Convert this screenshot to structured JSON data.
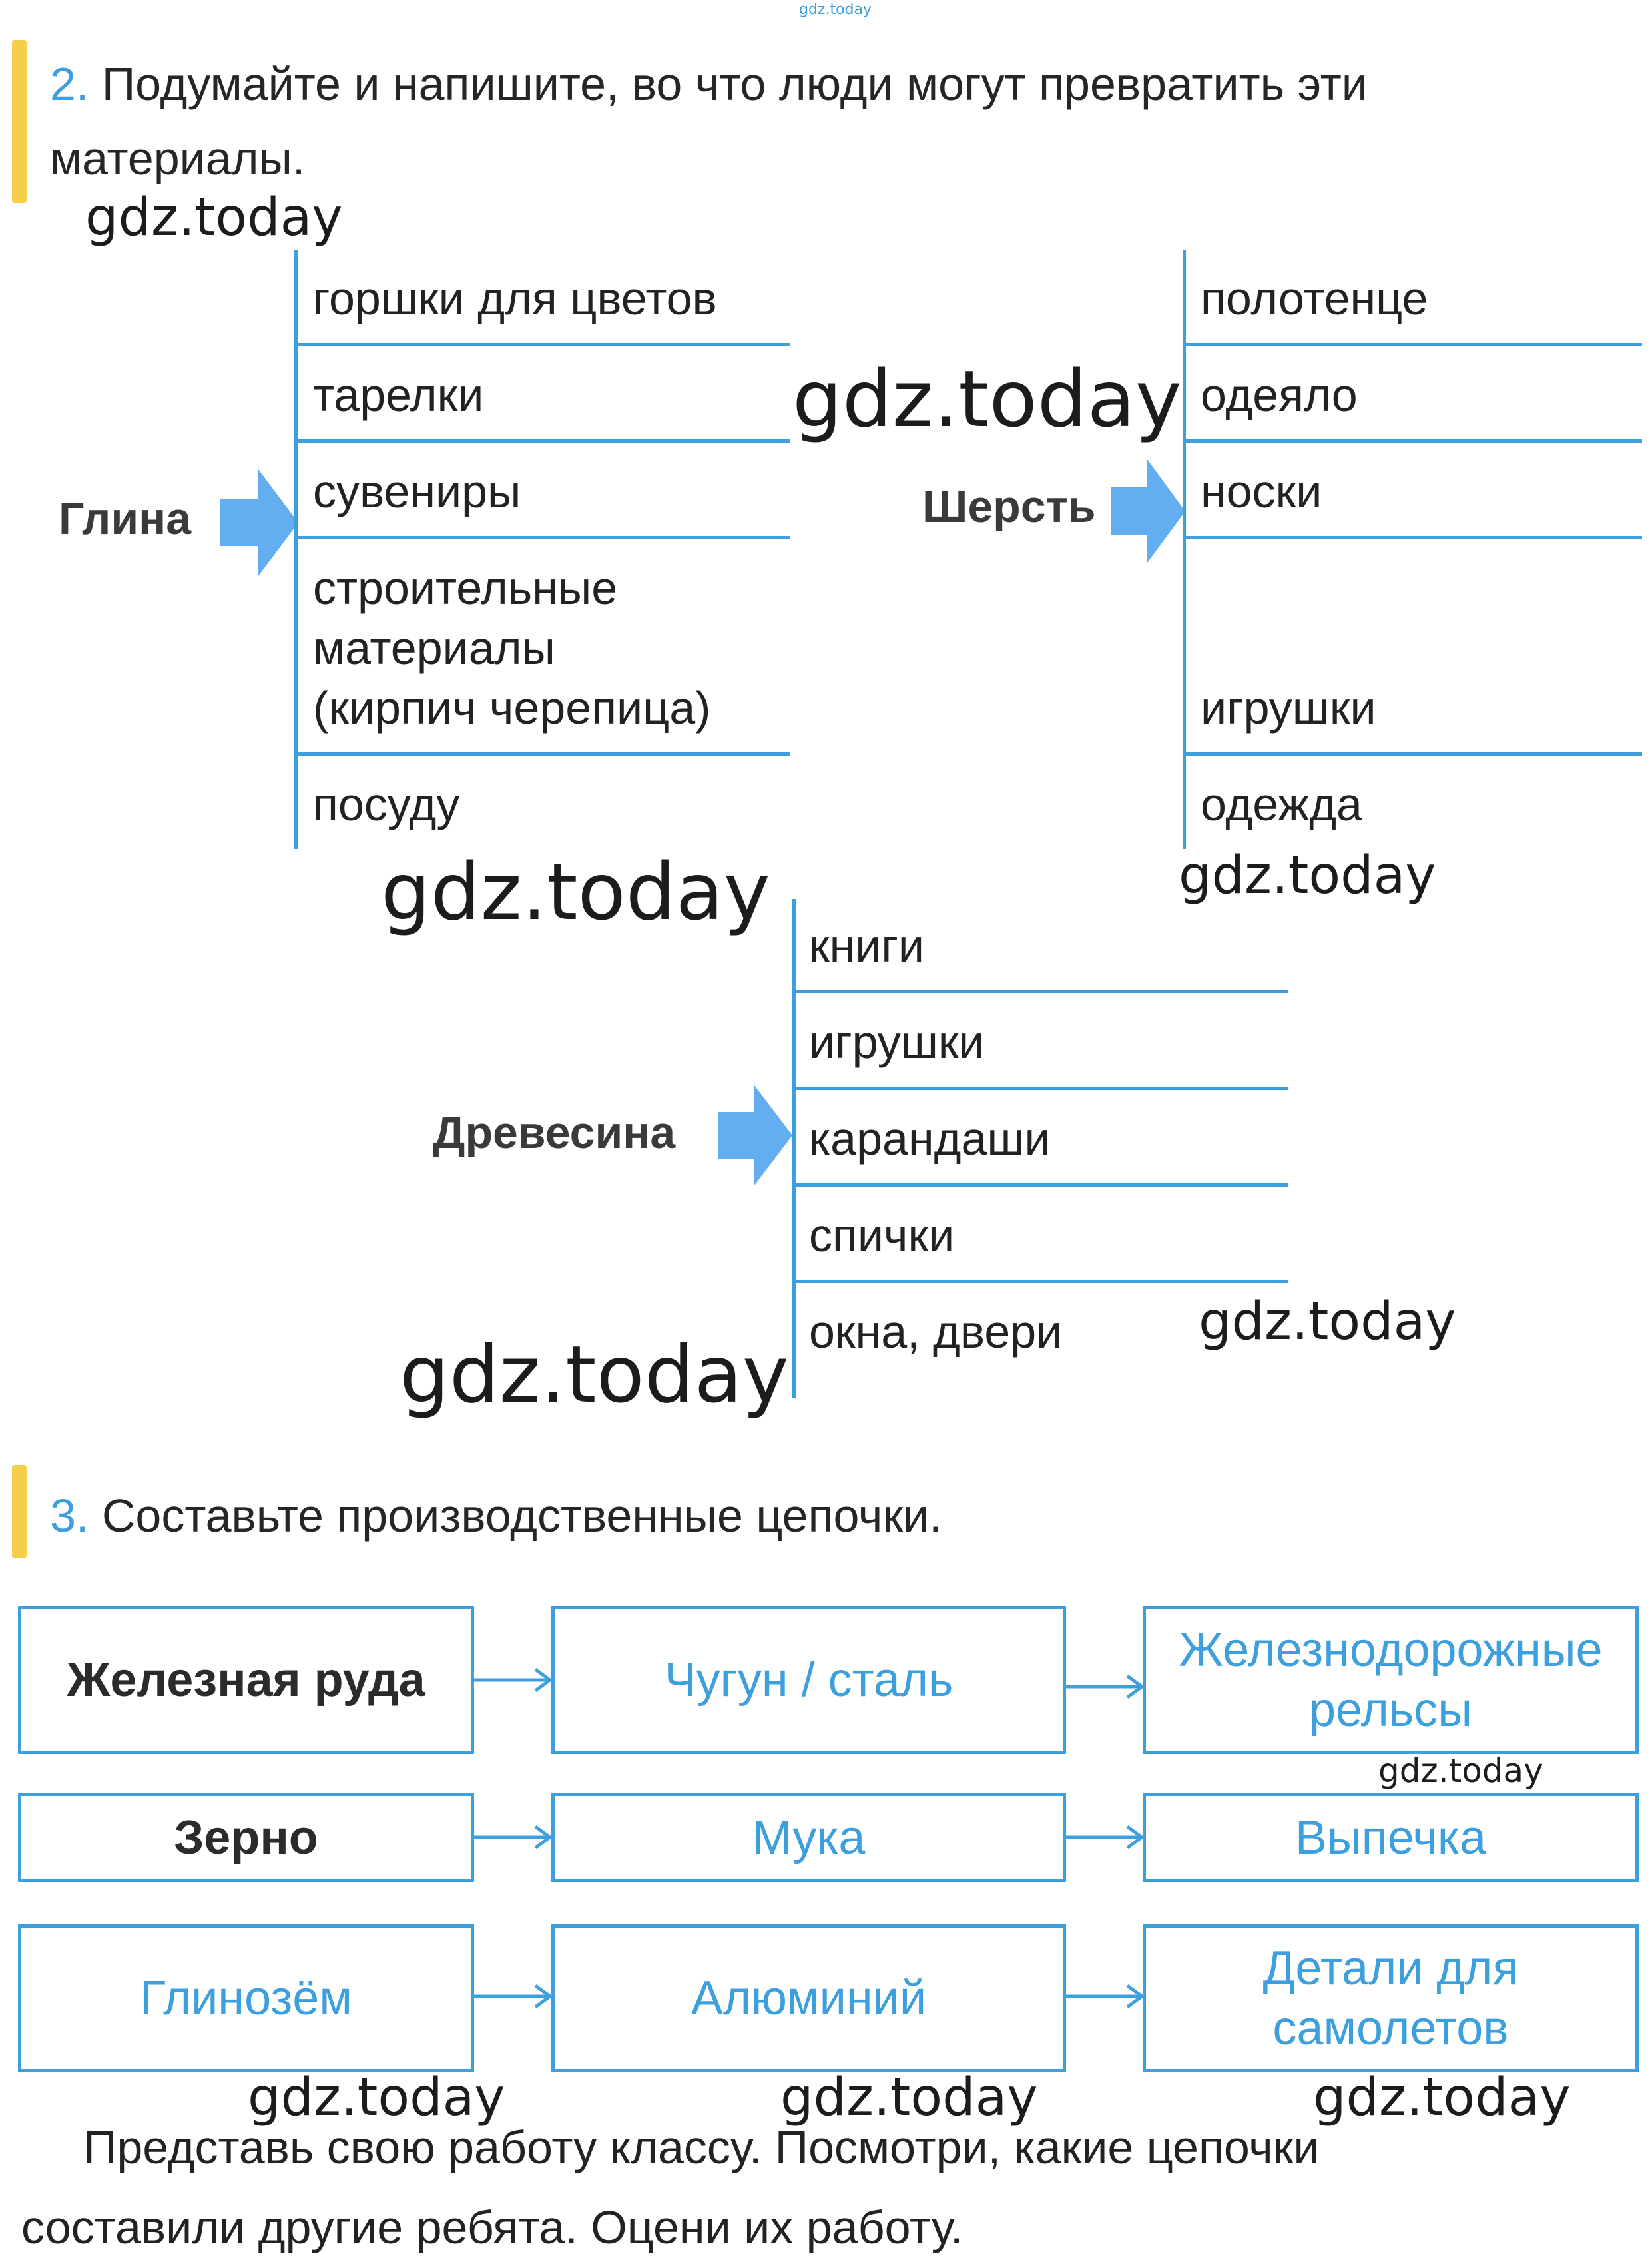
{
  "header_watermark": "gdz.today",
  "task2": {
    "number": "2.",
    "title_line1": "Подумайте и напишите, во что люди могут превратить эти",
    "title_line2": "материалы.",
    "clay": {
      "label": "Глина",
      "items": [
        "горшки для цветов",
        "тарелки",
        "сувениры",
        "строительные",
        "материалы",
        "(кирпич черепица)",
        "посуду"
      ]
    },
    "wool": {
      "label": "Шерсть",
      "items": [
        "полотенце",
        "одеяло",
        "носки",
        "",
        "игрушки",
        "одежда"
      ]
    },
    "wood": {
      "label": "Древесина",
      "items": [
        "книги",
        "игрушки",
        "карандаши",
        "спички",
        "окна, двери"
      ]
    }
  },
  "task3": {
    "number": "3.",
    "title": "Составьте производственные цепочки.",
    "chains": [
      [
        "Железная руда",
        "Чугун / сталь",
        "Железнодорожные рельсы"
      ],
      [
        "Зерно",
        "Мука",
        "Выпечка"
      ],
      [
        "Глинозём",
        "Алюминий",
        "Детали для самолетов"
      ]
    ]
  },
  "footer": {
    "line1": "Представь свою работу классу. Посмотри, какие цепочки",
    "line2": "составили другие ребята. Оцени их работу."
  },
  "watermarks": [
    "gdz.today",
    "gdz.today",
    "gdz.today",
    "gdz.today",
    "gdz.today",
    "gdz.today",
    "gdz.today",
    "gdz.today",
    "gdz.today",
    "gdz.today"
  ],
  "colors": {
    "accent": "#3d9fdd",
    "marker": "#f5cf4b",
    "arrow": "#62aef0"
  }
}
